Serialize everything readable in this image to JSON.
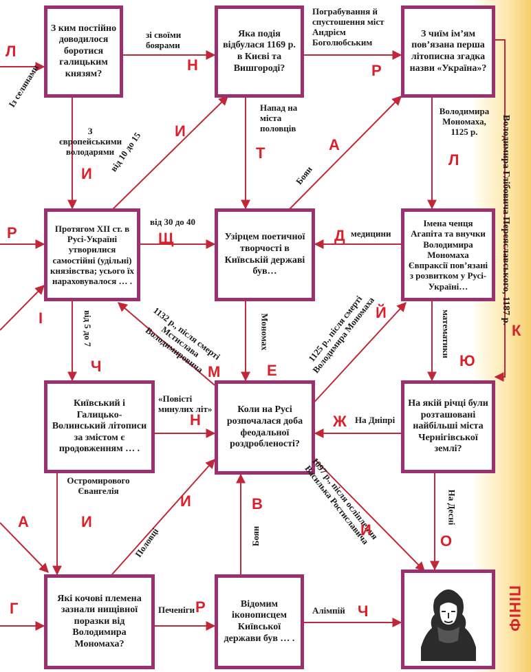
{
  "colors": {
    "box_border": "#9c2f6e",
    "arrow": "#c0283a",
    "answer_letter": "#d9202b",
    "strip": "#f6cf6c"
  },
  "boxes": {
    "q1": "З ким постійно доводилося боротися галицьким князям?",
    "q2": "Яка подія відбулася 1169 р. в Києві та Вишгороді?",
    "q3": "З чиїм ім’ям пов’язана перша літописна згадка назви «Україна»?",
    "q4": "Протягом XII ст. в Русі-Україні утворилися самостійні (удільні) князівства; усього їх нараховувалося … .",
    "q5": "Узірцем поетичної творчості в Київській державі був…",
    "q6": "Імена ченця Агапіта та внучки Володимира Мономаха Євпраксії пов’язані з розвитком у Русі-Україні…",
    "q7": "Київський і Галицько-Волинський літописи за змістом є продовженням … .",
    "q8": "Коли на Русі розпочалася доба феодальної роздробленості?",
    "q9": "На якій річці були розташовані найбільші міста Чернігівської землі?",
    "q10": "Які кочові племена зазнали нищівної поразки від Володимира Мономаха?",
    "q11": "Відомим іконописцем Київської держави був … .",
    "portrait_icon": "prince-portrait-icon"
  },
  "labels": {
    "iz_selianamy": "Із селянами",
    "zi_svoimy_boiaramy": "зі своїми боярами",
    "pohrabuvannia": "Пограбування й спустошення міст Андрієм Боголюбським",
    "z_yevropeiskymy": "З європейськими володарями",
    "vid_10_do_15": "від 10 до 15",
    "napad": "Напад на міста половців",
    "volodymyra_monomakha": "Володимира Мономаха, 1125 р.",
    "boian_upper": "Боян",
    "vid_30_do_40": "від 30 до 40",
    "medytsyny": "медицини",
    "vid_5_do_7": "від 5 до 7",
    "year_1132": "1132 р., після смерті Мстислава Володимировича",
    "monomakh": "Мономах",
    "year_1125": "1125 р., після смерті Володимира Мономаха",
    "matematyky": "математики",
    "side_answer": "Володимира Глібовича Переяславського, 1187 р.",
    "povisti": "«Повісті минулих літ»",
    "na_dnipri": "На Дніпрі",
    "ostromyrovoho": "Остромирового Євангелія",
    "polovtsi": "Половці",
    "boian_lower": "Боян",
    "year_1097": "1097 р., після осліплення Василька Ростиславича",
    "na_desni": "На Десні",
    "pechenihy": "Печеніги",
    "alimpii": "Алімпій",
    "pinif": "ПІНІФ"
  },
  "letters": {
    "l_left_top": "Л",
    "n_top": "Н",
    "r_top": "Р",
    "y_left": "И",
    "y_diag": "И",
    "t_mid": "Т",
    "a_diag": "А",
    "l_right": "Л",
    "r_left": "Р",
    "shch": "Щ",
    "d_mid": "Д",
    "k_side": "К",
    "i_left": "І",
    "ch_mid": "Ч",
    "m_diag": "М",
    "e_mid": "Е",
    "yi_diag": "Й",
    "yu_right": "Ю",
    "n_mid": "Н",
    "zh_mid": "Ж",
    "a_left_low": "А",
    "y_low": "И",
    "y_low_diag": "И",
    "v_mid": "В",
    "y_diag_right": "И",
    "o_right": "О",
    "h_left": "Г",
    "r_bottom": "Р",
    "ch_bottom": "Ч"
  }
}
